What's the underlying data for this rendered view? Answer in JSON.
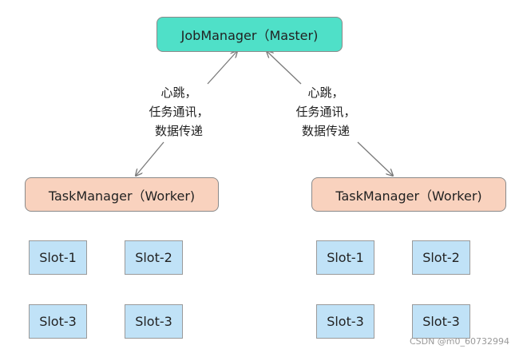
{
  "master": {
    "label": "JobManager（Master)"
  },
  "workers": {
    "left": {
      "label": "TaskManager（Worker)"
    },
    "right": {
      "label": "TaskManager（Worker)"
    }
  },
  "slots": {
    "left": [
      "Slot-1",
      "Slot-2",
      "Slot-3",
      "Slot-3"
    ],
    "right": [
      "Slot-1",
      "Slot-2",
      "Slot-3",
      "Slot-3"
    ]
  },
  "edge_labels": {
    "left": [
      "心跳，",
      "任务通讯，",
      "数据传递"
    ],
    "right": [
      "心跳，",
      "任务通讯，",
      "数据传递"
    ]
  },
  "watermark": "CSDN @m0_60732994",
  "colors": {
    "master_fill": "#4fe0c8",
    "worker_fill": "#f9d2be",
    "slot_fill": "#c0e2f7",
    "arrow": "#7a7a7a"
  }
}
